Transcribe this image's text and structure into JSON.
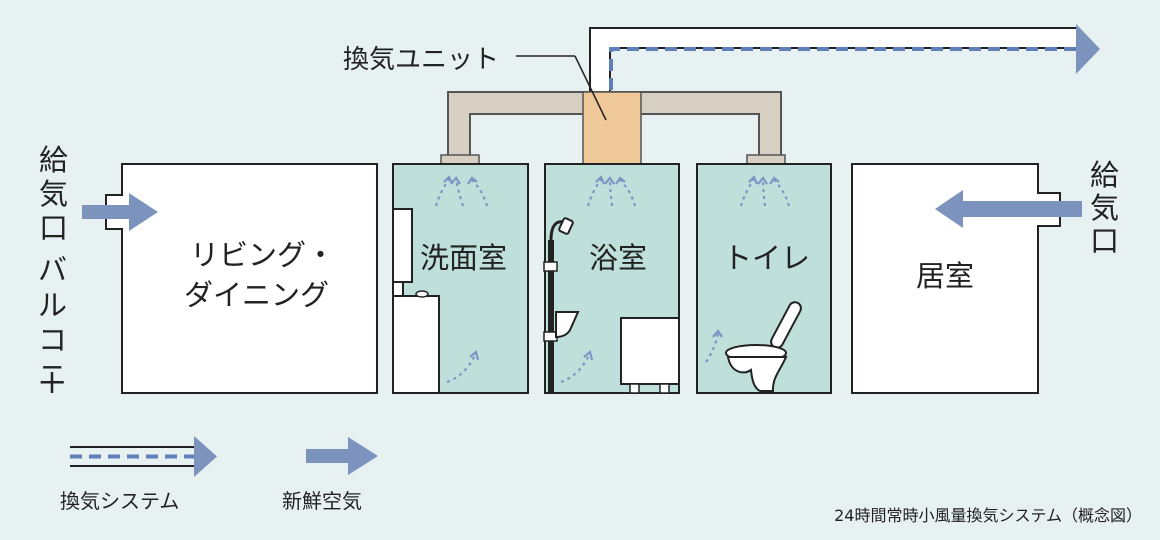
{
  "unit_label": "換気ユニット",
  "supply_left": [
    "給",
    "気",
    "口"
  ],
  "balcony": [
    "バ",
    "ル",
    "コ",
    "ニ",
    "ー"
  ],
  "supply_right": [
    "給",
    "気",
    "口"
  ],
  "rooms": {
    "living": [
      "リビング・",
      "ダイニング"
    ],
    "washroom": "洗面室",
    "bath": "浴室",
    "toilet": "トイレ",
    "bedroom": "居室"
  },
  "legend": {
    "ventilation": "換気システム",
    "fresh_air": "新鮮空気"
  },
  "caption": "24時間常時小風量換気システム（概念図）",
  "colors": {
    "background": "#e7f1f1",
    "wet_room": "#bfe0da",
    "duct": "#d6cfc2",
    "unit": "#f0c99a",
    "arrow": "#7b93bd",
    "flow": "#5f7fb8",
    "outline": "#222222"
  }
}
